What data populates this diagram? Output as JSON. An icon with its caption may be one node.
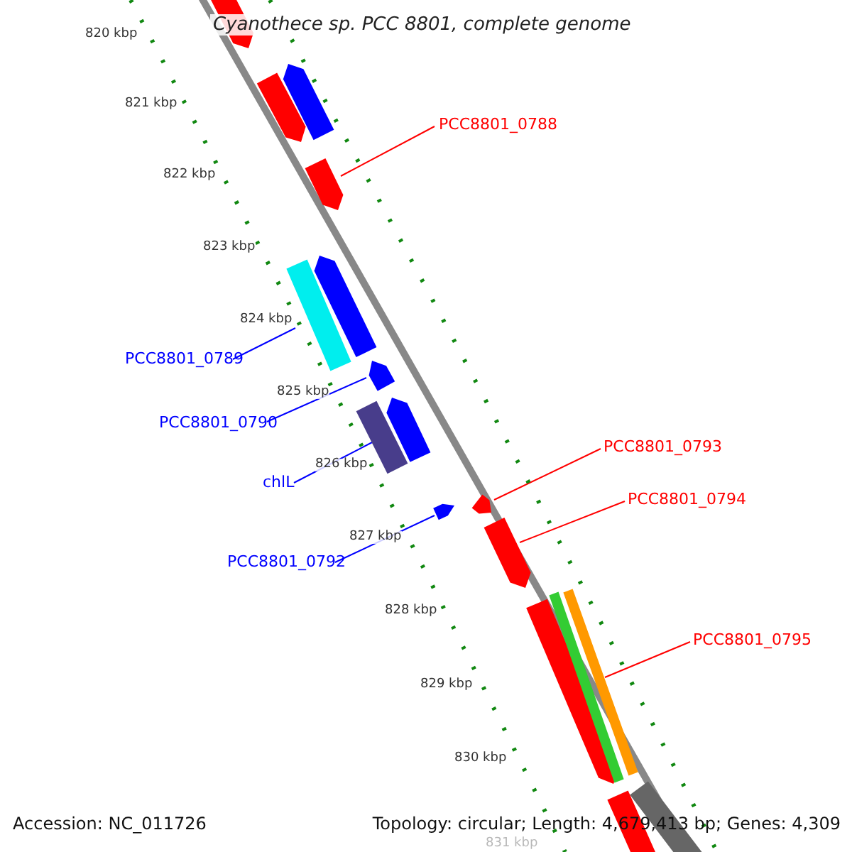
{
  "diagram": {
    "title": "Cyanothece sp. PCC 8801, complete genome",
    "nodes": [
      {
        "text": [
          "PCC8801_0788"
        ]
      },
      {
        "text": [],
        "shape": "bar"
      },
      {
        "text": [
          "PCC8801_0789"
        ]
      },
      {
        "text": [],
        "shape": "bar"
      },
      {
        "text": [
          "PCC8801_0790"
        ]
      },
      {
        "text": [],
        "shape": "bar"
      },
      {
        "text": [
          "chlL"
        ]
      },
      {
        "text": [],
        "shape": "bar"
      },
      {
        "text": [
          "PCC8801_0792"
        ]
      },
      {
        "text": [],
        "shape": "bar"
      },
      {
        "text": [
          "PCC8801_0793"
        ]
      },
      {
        "text": [],
        "shape": "bar"
      },
      {
        "text": [
          "PCC8801_0794"
        ]
      },
      {
        "text": [],
        "shape": "bar"
      },
      {
        "text": [
          "PCC8801_0795"
        ]
      },
      {
        "text": [],
        "shape": "bar"
      },
      {
        "text": [],
        "shape": "bar"
      },
      {
        "text": [],
        "shape": "bar"
      },
      {
        "text": [],
        "shape": "bar"
      },
      {
        "text": [],
        "shape": "bar"
      },
      {
        "text": [],
        "shape": "bar"
      },
      {
        "text": [],
        "shape": "bar"
      },
      {
        "text": [],
        "shape": "bar"
      },
      {
        "text": [],
        "shape": "bar"
      },
      {
        "text": [],
        "shape": "bar"
      }
    ],
    "edges": [
      {
        "from": 0,
        "to": 1,
        "arrow": "none",
        "color": "#ff0000"
      },
      {
        "from": 2,
        "to": 3,
        "arrow": "none",
        "color": "#0000ff"
      },
      {
        "from": 4,
        "to": 5,
        "arrow": "none",
        "color": "#0000ff"
      },
      {
        "from": 6,
        "to": 7,
        "arrow": "none",
        "color": "#0000ff"
      },
      {
        "from": 8,
        "to": 9,
        "arrow": "none",
        "color": "#0000ff"
      },
      {
        "from": 10,
        "to": 11,
        "arrow": "none",
        "color": "#ff0000"
      },
      {
        "from": 12,
        "to": 13,
        "arrow": "none",
        "color": "#ff0000"
      },
      {
        "from": 14,
        "to": 15,
        "arrow": "none",
        "color": "#ff0000"
      }
    ],
    "labels": [
      "820 kbp",
      "821 kbp",
      "822 kbp",
      "823 kbp",
      "824 kbp",
      "825 kbp",
      "826 kbp",
      "827 kbp",
      "828 kbp",
      "829 kbp",
      "830 kbp",
      "831 kbp",
      "Accession: NC_011726",
      "Topology: circular; Length: 4,679,413 bp; Genes: 4,309"
    ]
  }
}
